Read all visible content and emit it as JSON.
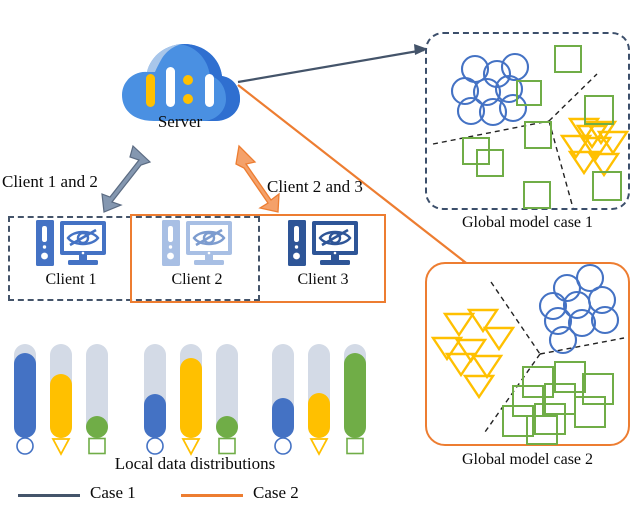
{
  "figure": {
    "title_cutoff": "",
    "type": "federated-learning-schematic"
  },
  "colors": {
    "case1_line": "#44546a",
    "case2_line": "#ed7d31",
    "blue": "#4472c4",
    "blue_light": "#8faadc",
    "blue_cloud": "#4a90e2",
    "blue_cloud_dark": "#2f6fd0",
    "yellow": "#ffc000",
    "green": "#70ad47",
    "bar_track": "#d3dae6",
    "bar_blue": "#4472c4",
    "bar_yellow": "#ffc000",
    "bar_green": "#70ad47",
    "arrow_gray": "#8497b0",
    "arrow_orange": "#f4a16a",
    "dashed_boundary": "#333333"
  },
  "server": {
    "label": "Server",
    "icon": "cloud-server-icon"
  },
  "arrows": {
    "client12_label": "Client 1 and 2",
    "client23_label": "Client 2 and 3",
    "gray_arrow": "double-arrow-gray",
    "orange_arrow": "double-arrow-orange",
    "case1_link": "arrow-to-global-case-1",
    "case2_link": "arrow-to-global-case-2"
  },
  "clients": {
    "items": [
      {
        "label": "Client 1",
        "icon": "computer-privacy-icon",
        "tone": "dark"
      },
      {
        "label": "Client 2",
        "icon": "computer-privacy-icon",
        "tone": "light"
      },
      {
        "label": "Client 3",
        "icon": "computer-privacy-icon",
        "tone": "dark"
      }
    ],
    "grouping": {
      "case1_members": "Client 1, Client 2",
      "case2_members": "Client 2, Client 3"
    }
  },
  "distributions": {
    "caption": "Local data distributions",
    "class_markers": [
      "circle",
      "triangle-down",
      "square"
    ]
  },
  "global_models": [
    {
      "label": "Global model case 1",
      "boundary": "dashed-blue-gray"
    },
    {
      "label": "Global model case 2",
      "boundary": "solid-orange"
    }
  ],
  "legend": {
    "items": [
      {
        "label": "Case 1",
        "color": "#44546a"
      },
      {
        "label": "Case 2",
        "color": "#ed7d31"
      }
    ]
  },
  "chart_data": {
    "type": "bar",
    "title": "Local data distributions",
    "xlabel": "",
    "ylabel": "",
    "ylim": [
      0,
      100
    ],
    "categories": [
      "circle",
      "triangle-down",
      "square"
    ],
    "series": [
      {
        "name": "Client 1",
        "values": [
          90,
          68,
          20
        ]
      },
      {
        "name": "Client 2",
        "values": [
          47,
          85,
          20
        ]
      },
      {
        "name": "Client 3",
        "values": [
          42,
          48,
          90
        ]
      }
    ],
    "category_colors": [
      "#4472c4",
      "#ffc000",
      "#70ad47"
    ],
    "track_color": "#d3dae6",
    "grid": false,
    "legend_position": "none",
    "notes": "Each client shows three capsule gauges (circle/triangle/square class proportions); values are percent fill of the capsule track."
  }
}
